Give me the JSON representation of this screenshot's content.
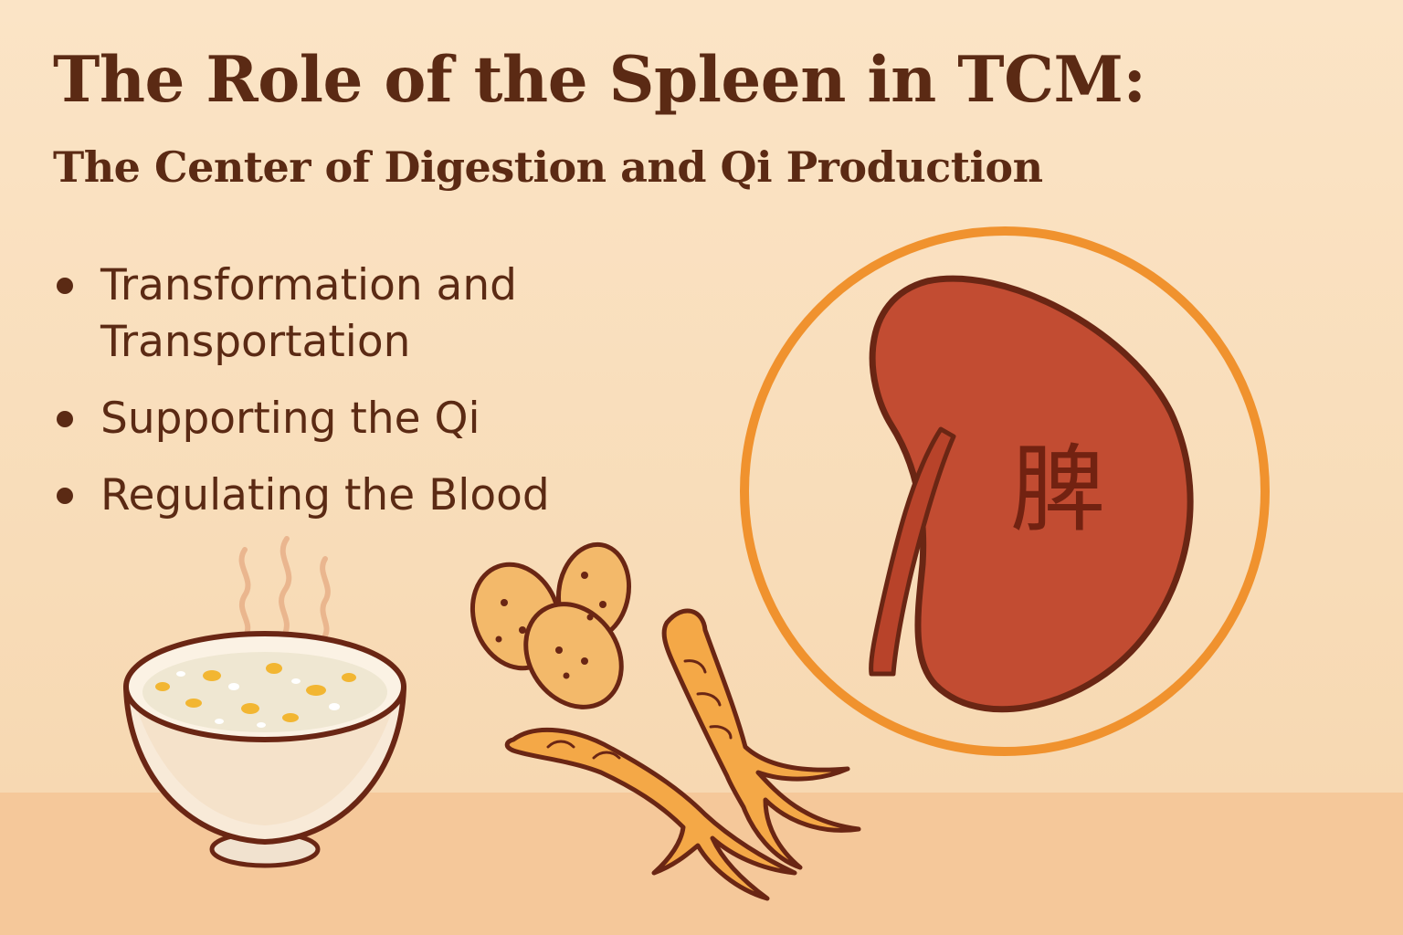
{
  "title": "The Role of the Spleen in TCM:",
  "subtitle": "The Center of Digestion and Qi Production",
  "bullets": [
    {
      "label": "Transformation and Transportation"
    },
    {
      "label": "Supporting the Qi"
    },
    {
      "label": "Regulating the Blood"
    }
  ],
  "illustration": {
    "organ_character": "脾",
    "icons": [
      "spleen-icon",
      "soup-bowl-icon",
      "steam-icon",
      "potato-slices-icon",
      "ginseng-root-icon"
    ],
    "colors": {
      "background": "#f8dcb8",
      "floor": "#f5c89a",
      "text": "#5b2a14",
      "ring": "#f0922e",
      "organ": "#c24c32",
      "outline": "#6a2614"
    }
  }
}
